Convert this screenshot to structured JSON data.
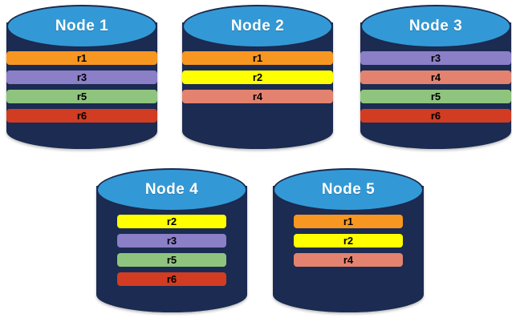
{
  "diagram": {
    "type": "database-replica-placement",
    "background_color": "#FFFFFF",
    "cylinder_top_color": "#3399D6",
    "cylinder_body_color": "#1B2B51",
    "title_text_color": "#FFFFFF",
    "replica_label_color": "#000000"
  },
  "replica_colors": {
    "r1": "#F79621",
    "r2": "#FFFF00",
    "r3": "#8B7FC7",
    "r4": "#E3836F",
    "r5": "#8FC47E",
    "r6": "#D13C22"
  },
  "nodes": [
    {
      "id": "node-1",
      "title": "Node  1",
      "row": "top",
      "replicas": [
        {
          "label": "r1",
          "color": "#F79621"
        },
        {
          "label": "r3",
          "color": "#8B7FC7"
        },
        {
          "label": "r5",
          "color": "#8FC47E"
        },
        {
          "label": "r6",
          "color": "#D13C22"
        }
      ]
    },
    {
      "id": "node-2",
      "title": "Node  2",
      "row": "top",
      "replicas": [
        {
          "label": "r1",
          "color": "#F79621"
        },
        {
          "label": "r2",
          "color": "#FFFF00"
        },
        {
          "label": "r4",
          "color": "#E3836F"
        }
      ]
    },
    {
      "id": "node-3",
      "title": "Node  3",
      "row": "top",
      "replicas": [
        {
          "label": "r3",
          "color": "#8B7FC7"
        },
        {
          "label": "r4",
          "color": "#E3836F"
        },
        {
          "label": "r5",
          "color": "#8FC47E"
        },
        {
          "label": "r6",
          "color": "#D13C22"
        }
      ]
    },
    {
      "id": "node-4",
      "title": "Node  4",
      "row": "bottom",
      "replicas": [
        {
          "label": "r2",
          "color": "#FFFF00"
        },
        {
          "label": "r3",
          "color": "#8B7FC7"
        },
        {
          "label": "r5",
          "color": "#8FC47E"
        },
        {
          "label": "r6",
          "color": "#D13C22"
        }
      ]
    },
    {
      "id": "node-5",
      "title": "Node  5",
      "row": "bottom",
      "replicas": [
        {
          "label": "r1",
          "color": "#F79621"
        },
        {
          "label": "r2",
          "color": "#FFFF00"
        },
        {
          "label": "r4",
          "color": "#E3836F"
        }
      ]
    }
  ]
}
